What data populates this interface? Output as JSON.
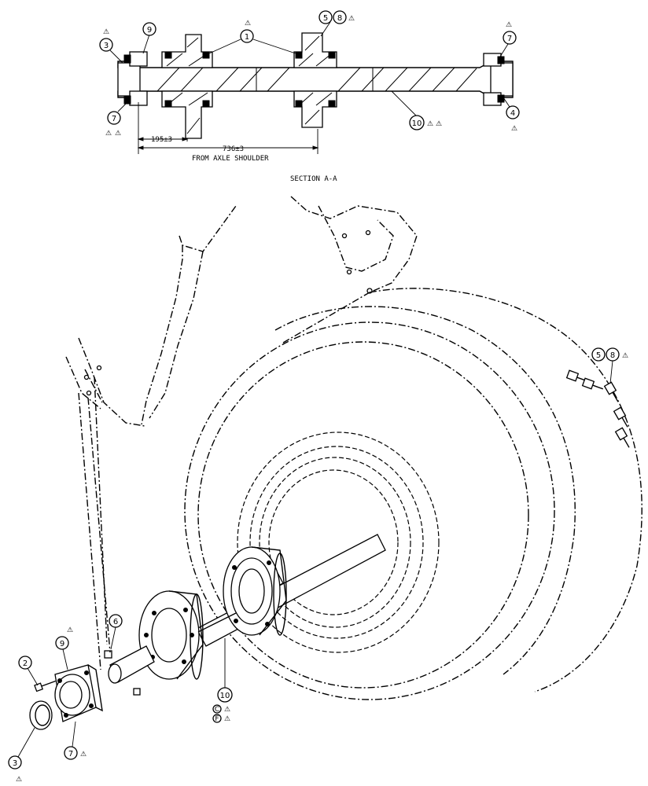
{
  "section": {
    "dim_short": "195±3",
    "dim_long": "736±3",
    "dim_note": "FROM AXLE SHOULDER",
    "title": "SECTION  A-A"
  },
  "callouts": {
    "c1": "1",
    "c3a": "3",
    "c9a": "9",
    "c5a": "5",
    "c8a": "8",
    "c7a": "7",
    "c7b": "7",
    "c4": "4",
    "c10a": "10",
    "c5b": "5",
    "c8b": "8",
    "c6": "6",
    "c9b": "9",
    "c2": "2",
    "c10b": "10",
    "c3b": "3",
    "c7c": "7"
  },
  "notes": {
    "warn_symbol": "⚠",
    "note_c": "C",
    "note_f": "F"
  }
}
